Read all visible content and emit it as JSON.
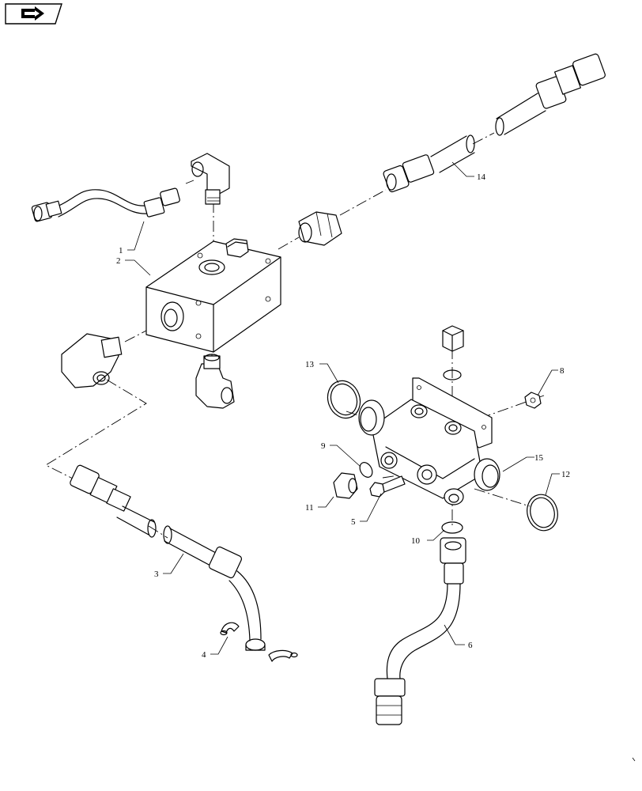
{
  "nav": {
    "icon": "next-page-arrow-icon"
  },
  "callouts": [
    {
      "id": "c1",
      "text": "1"
    },
    {
      "id": "c2",
      "text": "2"
    },
    {
      "id": "c3",
      "text": "3"
    },
    {
      "id": "c4",
      "text": "4"
    },
    {
      "id": "c5",
      "text": "5"
    },
    {
      "id": "c6",
      "text": "6"
    },
    {
      "id": "c8",
      "text": "8"
    },
    {
      "id": "c9",
      "text": "9"
    },
    {
      "id": "c10",
      "text": "10"
    },
    {
      "id": "c11",
      "text": "11"
    },
    {
      "id": "c12",
      "text": "12"
    },
    {
      "id": "c13",
      "text": "13"
    },
    {
      "id": "c14",
      "text": "14"
    },
    {
      "id": "c15",
      "text": "15"
    }
  ]
}
